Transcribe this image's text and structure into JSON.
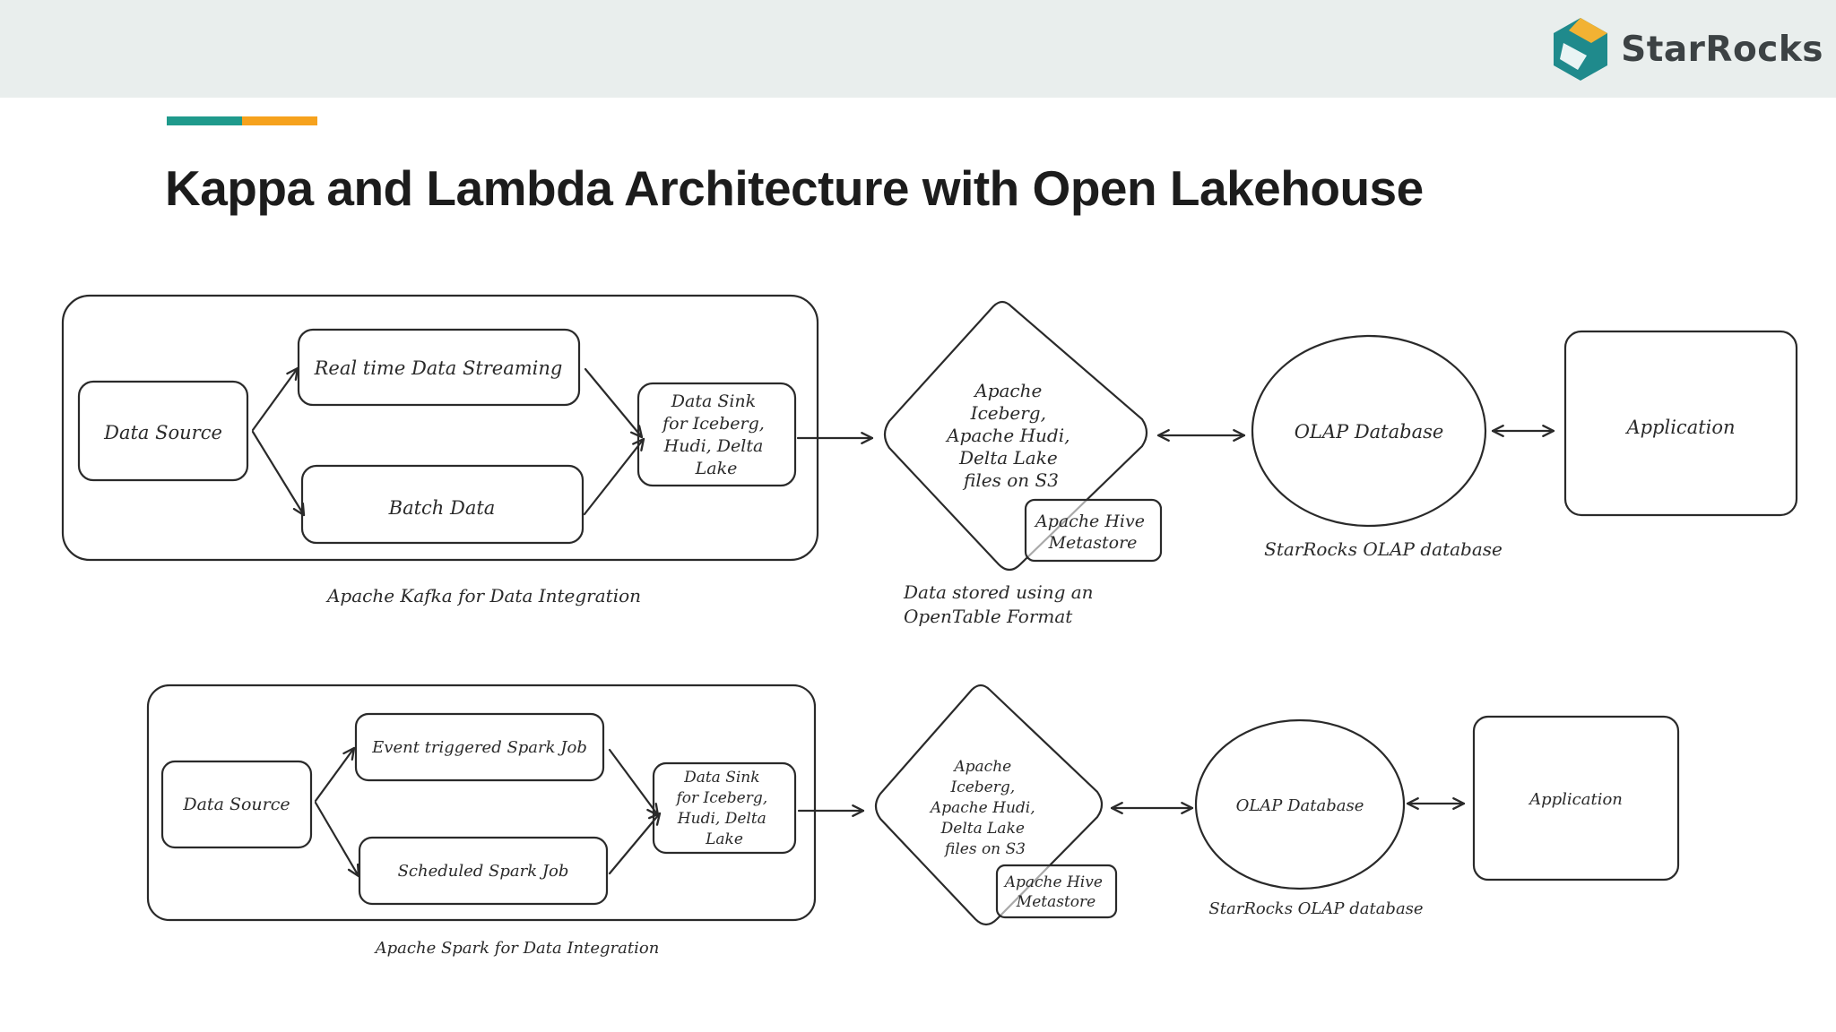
{
  "brand": {
    "name": "StarRocks",
    "logo_icon": "starrocks-logo-icon"
  },
  "colors": {
    "topbar": "#e9eeed",
    "accent_teal": "#1f9a8c",
    "accent_orange": "#f6a21d",
    "logo_teal": "#1f8a8c",
    "logo_gold": "#f2b233",
    "logo_dark": "#245e7a"
  },
  "title": "Kappa and Lambda Architecture with Open Lakehouse",
  "kappa": {
    "data_source": "Data Source",
    "stream": "Real time Data Streaming",
    "batch": "Batch Data",
    "sink": [
      "Data Sink",
      "for Iceberg,",
      "Hudi, Delta",
      "Lake"
    ],
    "group_caption": "Apache Kafka for Data Integration",
    "lake": [
      "Apache",
      "Iceberg,",
      "Apache Hudi,",
      "Delta Lake",
      "files on S3"
    ],
    "metastore": [
      "Apache Hive",
      "Metastore"
    ],
    "lake_caption": [
      "Data stored using an",
      "OpenTable Format"
    ],
    "olap": "OLAP Database",
    "olap_caption": "StarRocks OLAP database",
    "app": "Application"
  },
  "lambda": {
    "data_source": "Data Source",
    "event_job": "Event triggered Spark Job",
    "scheduled_job": "Scheduled Spark Job",
    "sink": [
      "Data Sink",
      "for Iceberg,",
      "Hudi, Delta",
      "Lake"
    ],
    "group_caption": "Apache Spark for Data Integration",
    "lake": [
      "Apache",
      "Iceberg,",
      "Apache Hudi,",
      "Delta Lake",
      "files on S3"
    ],
    "metastore": [
      "Apache Hive",
      "Metastore"
    ],
    "olap": "OLAP Database",
    "olap_caption": "StarRocks OLAP database",
    "app": "Application"
  }
}
